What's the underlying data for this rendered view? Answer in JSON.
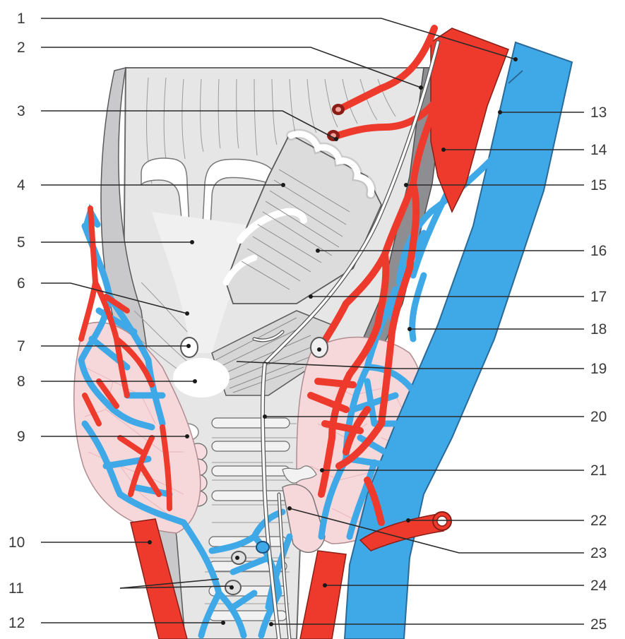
{
  "labels_left": [
    "1",
    "2",
    "3",
    "4",
    "5",
    "6",
    "7",
    "8",
    "9",
    "10",
    "11",
    "12"
  ],
  "labels_right": [
    "13",
    "14",
    "15",
    "16",
    "17",
    "18",
    "19",
    "20",
    "21",
    "22",
    "23",
    "24",
    "25"
  ],
  "colors": {
    "artery": "#ee3a2c",
    "vein": "#3fa9e8",
    "gland": "#f6d6d8",
    "gland_lines": "#e8b9bd",
    "tissue": "#e4e4e4",
    "tissue_dark": "#8c8c90",
    "outline": "#555555"
  },
  "icons": [
    "artery-vessel",
    "vein-vessel",
    "thyroid-gland",
    "cartilage",
    "nerve"
  ]
}
